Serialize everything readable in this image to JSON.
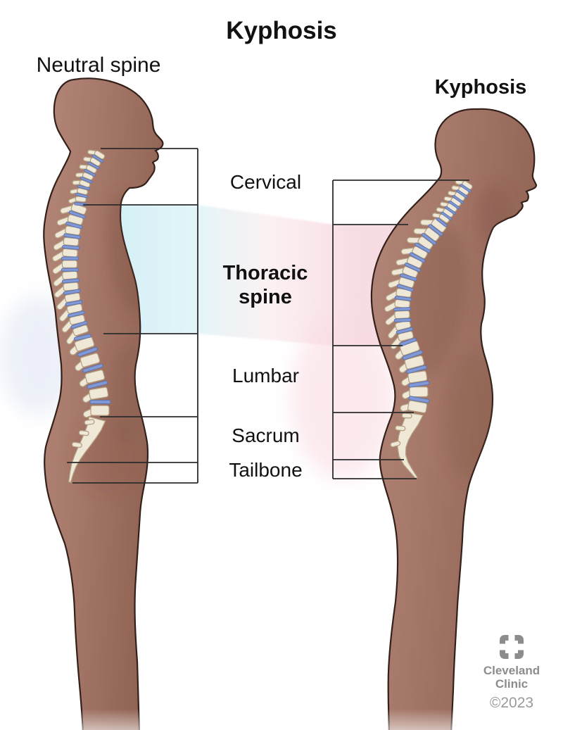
{
  "title": "Kyphosis",
  "figures": {
    "left_label": "Neutral spine",
    "right_label": "Kyphosis"
  },
  "region_labels": {
    "cervical": "Cervical",
    "thoracic": "Thoracic spine",
    "lumbar": "Lumbar",
    "sacrum": "Sacrum",
    "tailbone": "Tailbone"
  },
  "credit": {
    "line1": "Cleveland",
    "line2": "Clinic",
    "copyright": "©2023"
  },
  "colors": {
    "background": "#ffffff",
    "skin": "#a6786a",
    "skin_light": "#b28678",
    "skin_dark": "#906353",
    "skin_shadow": "#76493c",
    "outline": "#33201a",
    "spine_fill": "#efe8d7",
    "spine_edge": "#b19e80",
    "disc_fill": "#8099d6",
    "disc_edge": "#5d73ac",
    "band_cyan": "#cfeef7",
    "band_mid": "#fcf1f2",
    "band_pink": "#f7dce3",
    "glow_blue": "#dfe4f3",
    "glow_pink": "#f9dce3",
    "annotation_line": "#2b2b2b",
    "label_text": "#111111",
    "logo_gray": "#8c8c8c",
    "copyright_gray": "#9a9a9a"
  }
}
